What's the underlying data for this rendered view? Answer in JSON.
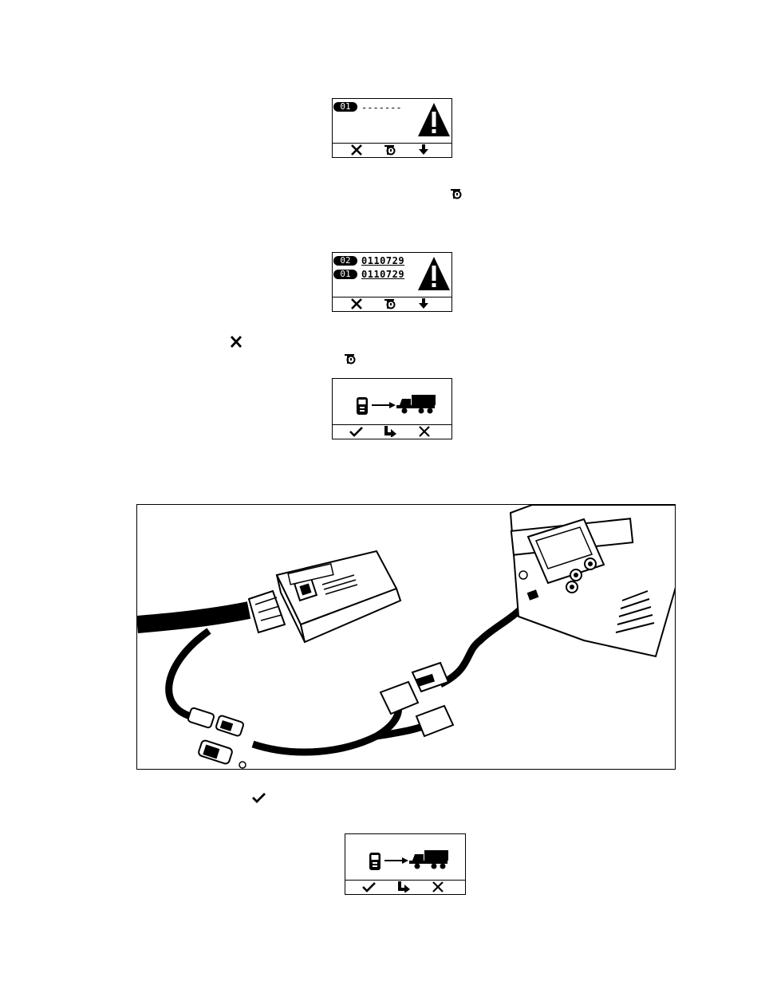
{
  "screen1": {
    "slot": "01",
    "code": "-------",
    "icons": [
      "warning-icon"
    ],
    "softkeys": [
      "cancel-icon",
      "fault-help-icon",
      "scroll-down-icon"
    ]
  },
  "inline_icon_1": "fault-help-icon",
  "screen2": {
    "rows": [
      {
        "slot": "02",
        "code": "0110729"
      },
      {
        "slot": "01",
        "code": "0110729"
      }
    ],
    "icons": [
      "warning-icon"
    ],
    "softkeys": [
      "cancel-icon",
      "fault-help-icon",
      "scroll-down-icon"
    ]
  },
  "inline_icon_2": "cancel-icon",
  "inline_icon_3": "fault-help-icon",
  "screen3": {
    "icons": [
      "handheld-tool-icon",
      "arrow-right-icon",
      "truck-icon"
    ],
    "softkeys": [
      "confirm-check-icon",
      "skip-arrow-icon",
      "cancel-icon"
    ]
  },
  "figure": {
    "description_icons": [
      "ecu-module-icon",
      "handheld-tool-icon",
      "cable-harness-icon"
    ]
  },
  "inline_icon_4": "confirm-check-icon",
  "screen4": {
    "icons": [
      "handheld-tool-icon",
      "arrow-right-icon",
      "truck-icon"
    ],
    "softkeys": [
      "confirm-check-icon",
      "skip-arrow-icon",
      "cancel-icon"
    ]
  }
}
